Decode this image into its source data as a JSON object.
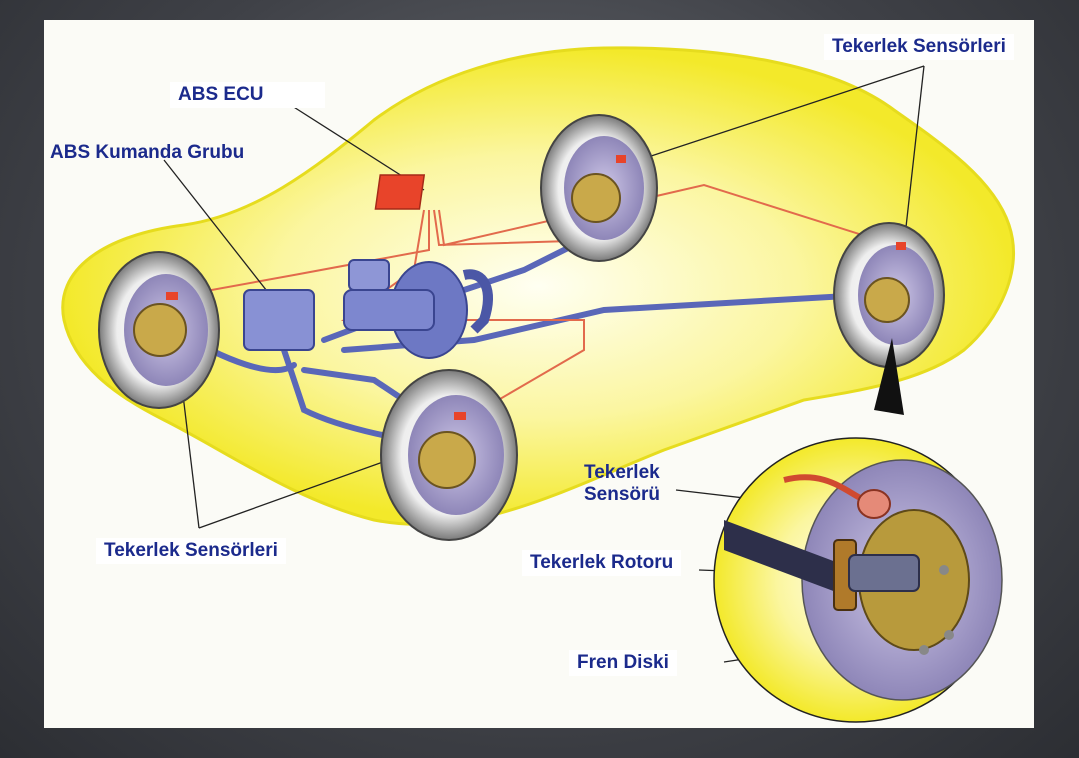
{
  "labels": {
    "abs_ecu": "ABS ECU",
    "abs_control_group": "ABS Kumanda Grubu",
    "wheel_sensors_top": "Tekerlek Sensörleri",
    "wheel_sensors_bottom": "Tekerlek Sensörleri",
    "wheel_sensor_line1": "Tekerlek",
    "wheel_sensor_line2": "Sensörü",
    "wheel_rotor": "Tekerlek Rotoru",
    "brake_disc": "Fren Diski"
  },
  "colors": {
    "car_body": "#f7ee3a",
    "label_text": "#1b2a8c",
    "ecu": "#e8442a",
    "brake_line": "#5a67b8",
    "sensor_wire": "#e26a4c",
    "caliper": "#c9a94a",
    "tire": "#ffffff"
  }
}
